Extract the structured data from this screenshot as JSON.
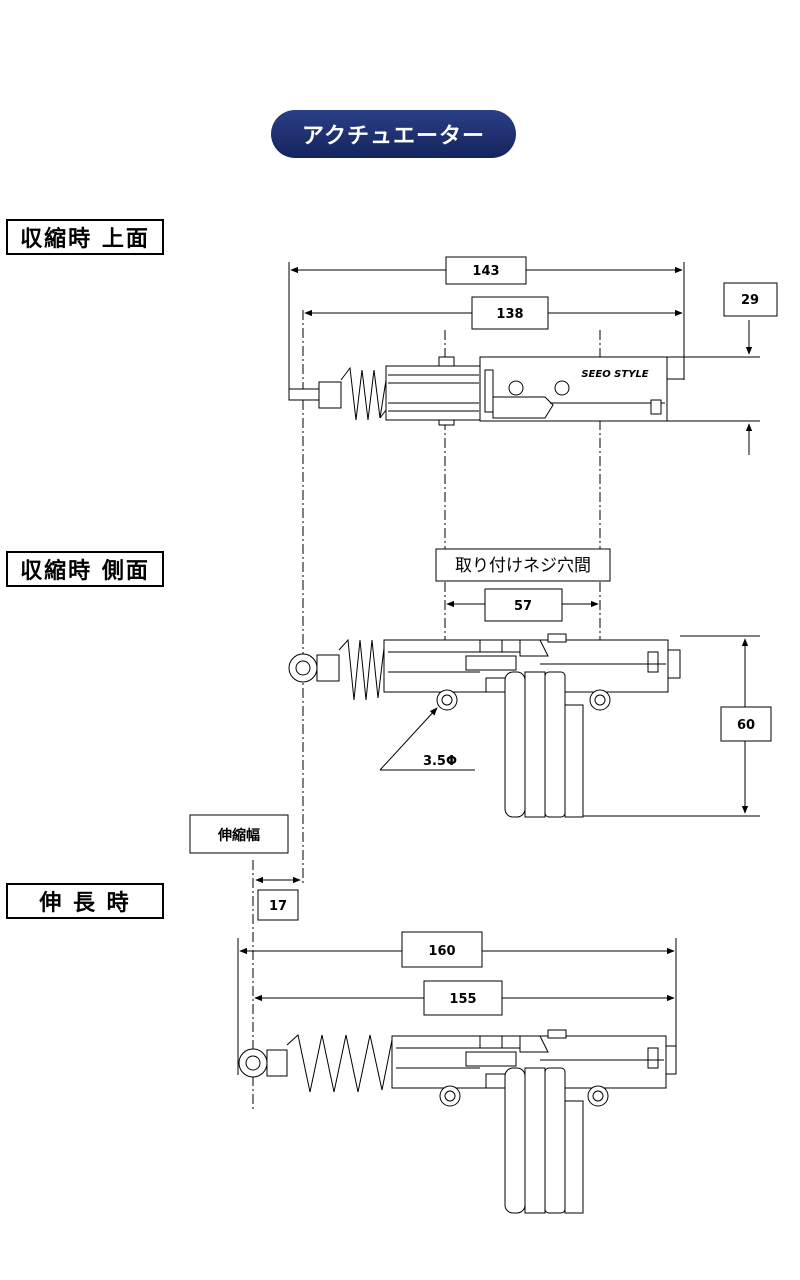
{
  "title": "アクチュエーター",
  "sections": {
    "retracted_top": "収縮時 上面",
    "retracted_side": "収縮時 側面",
    "extended": "伸 長 時"
  },
  "dimensions": {
    "total_retracted": "143",
    "body_retracted": "138",
    "width": "29",
    "mount_hole_label": "取り付けネジ穴間",
    "mount_hole_pitch": "57",
    "height": "60",
    "hole_diameter": "3.5Φ",
    "stroke_label": "伸縮幅",
    "stroke": "17",
    "total_extended": "160",
    "body_extended": "155"
  },
  "logo_text": "SEEO STYLE"
}
